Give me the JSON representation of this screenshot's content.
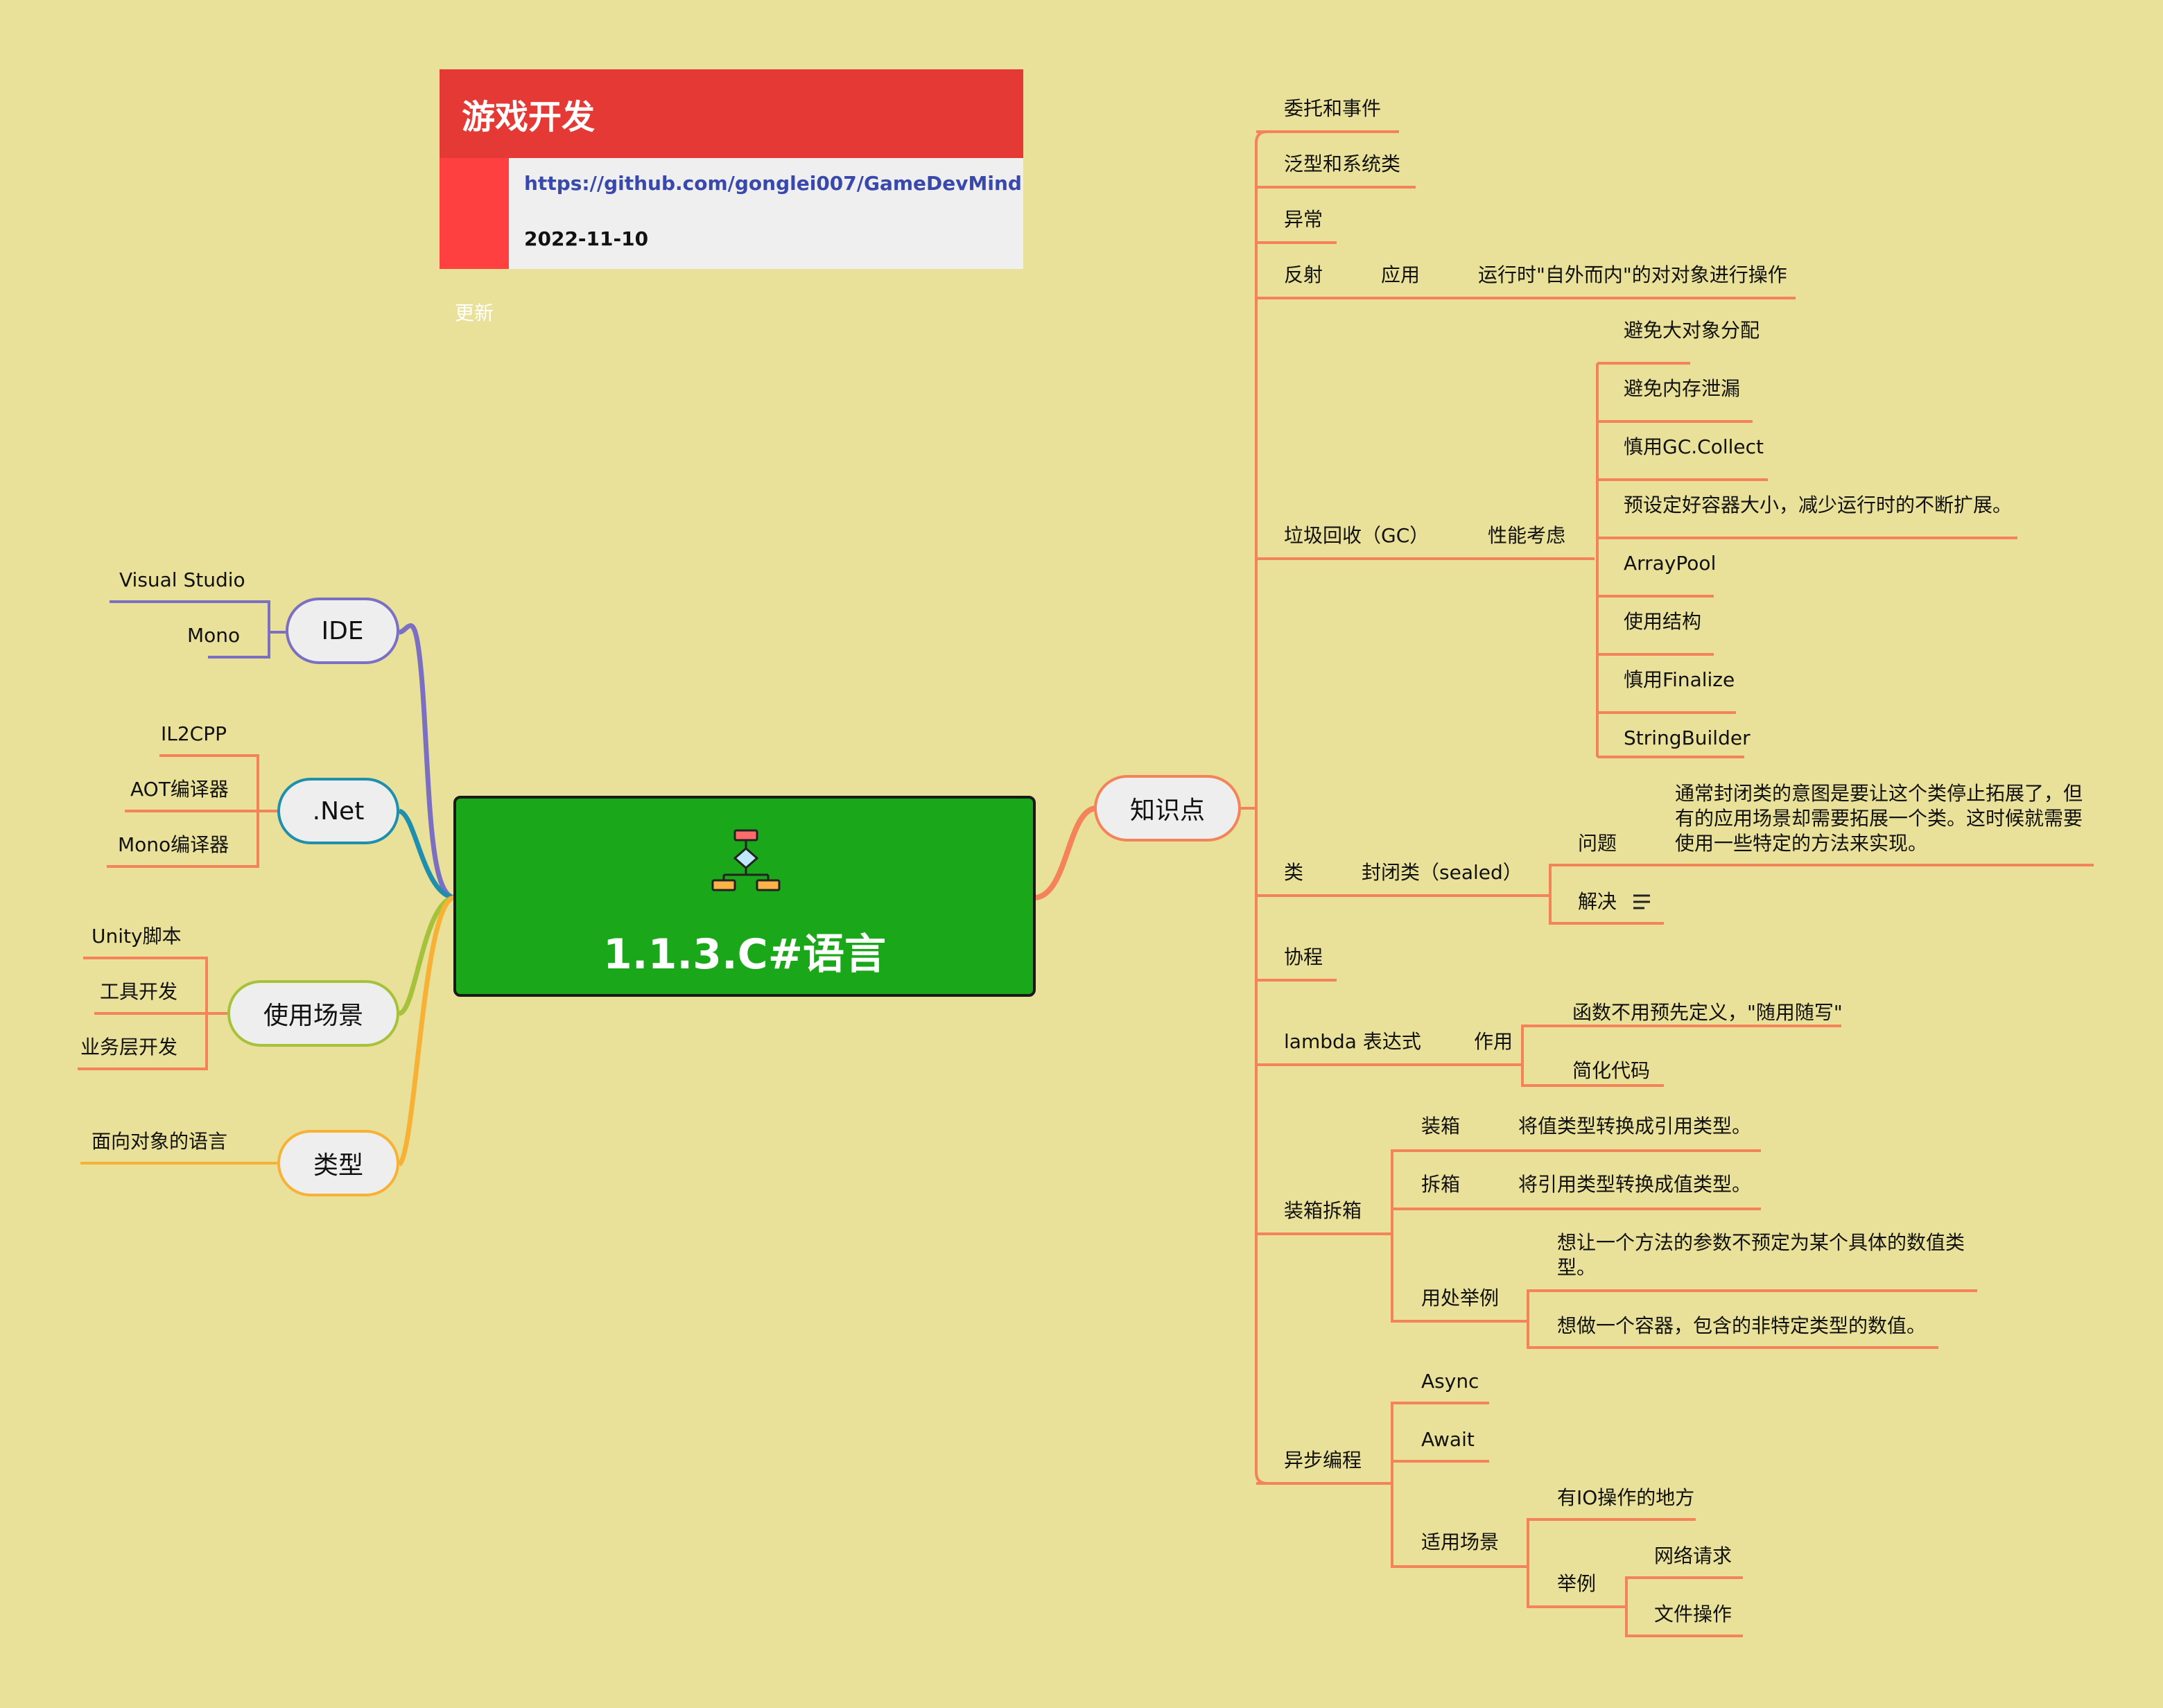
{
  "info": {
    "title": "游戏开发",
    "link": "https://github.com/gonglei007/GameDevMind",
    "update_label": "更新",
    "date": "2022-11-10"
  },
  "center": {
    "title": "1.1.3.C#语言",
    "icon": "flowchart-icon"
  },
  "left": {
    "ide": {
      "label": "IDE",
      "children": [
        "Visual Studio",
        "Mono"
      ]
    },
    "dotnet": {
      "label": ".Net",
      "children": [
        "IL2CPP",
        "AOT编译器",
        "Mono编译器"
      ]
    },
    "scenario": {
      "label": "使用场景",
      "children": [
        "Unity脚本",
        "工具开发",
        "业务层开发"
      ]
    },
    "type": {
      "label": "类型",
      "children": [
        "面向对象的语言"
      ]
    }
  },
  "right": {
    "root": "知识点",
    "delegate": "委托和事件",
    "generic": "泛型和系统类",
    "exception": "异常",
    "reflection": {
      "label": "反射",
      "app": "应用",
      "desc": "运行时\"自外而内\"的对对象进行操作"
    },
    "gc": {
      "label": "垃圾回收（GC）",
      "perf": "性能考虑",
      "items": [
        "避免大对象分配",
        "避免内存泄漏",
        "慎用GC.Collect",
        "预设定好容器大小，减少运行时的不断扩展。",
        "ArrayPool",
        "使用结构",
        "慎用Finalize",
        "StringBuilder"
      ]
    },
    "class": {
      "label": "类",
      "sealed": "封闭类（sealed）",
      "problem": "问题",
      "problem_lines": [
        "通常封闭类的意图是要让这个类停止拓展了，但",
        "有的应用场景却需要拓展一个类。这时候就需要",
        "使用一些特定的方法来实现。"
      ],
      "solve": "解决",
      "note_icon": "note-icon"
    },
    "coroutine": "协程",
    "lambda": {
      "label": "lambda 表达式",
      "effect": "作用",
      "items": [
        "函数不用预先定义，\"随用随写\"",
        "简化代码"
      ]
    },
    "boxing": {
      "label": "装箱拆箱",
      "box": "装箱",
      "box_desc": "将值类型转换成引用类型。",
      "unbox": "拆箱",
      "unbox_desc": "将引用类型转换成值类型。",
      "usage": "用处举例",
      "usage_a_lines": [
        "想让一个方法的参数不预定为某个具体的数值类",
        "型。"
      ],
      "usage_b": "想做一个容器，包含的非特定类型的数值。"
    },
    "async": {
      "label": "异步编程",
      "a1": "Async",
      "a2": "Await",
      "scene": "适用场景",
      "io": "有IO操作的地方",
      "example": "举例",
      "ex1": "网络请求",
      "ex2": "文件操作"
    }
  },
  "colors": {
    "background": "#e9e09a",
    "center": "#1aa81a",
    "ide": "#7b6fc4",
    "dotnet": "#1e8fad",
    "scenario": "#a6c23a",
    "type": "#f7b135",
    "right": "#f4835a",
    "header": "#e53935"
  }
}
